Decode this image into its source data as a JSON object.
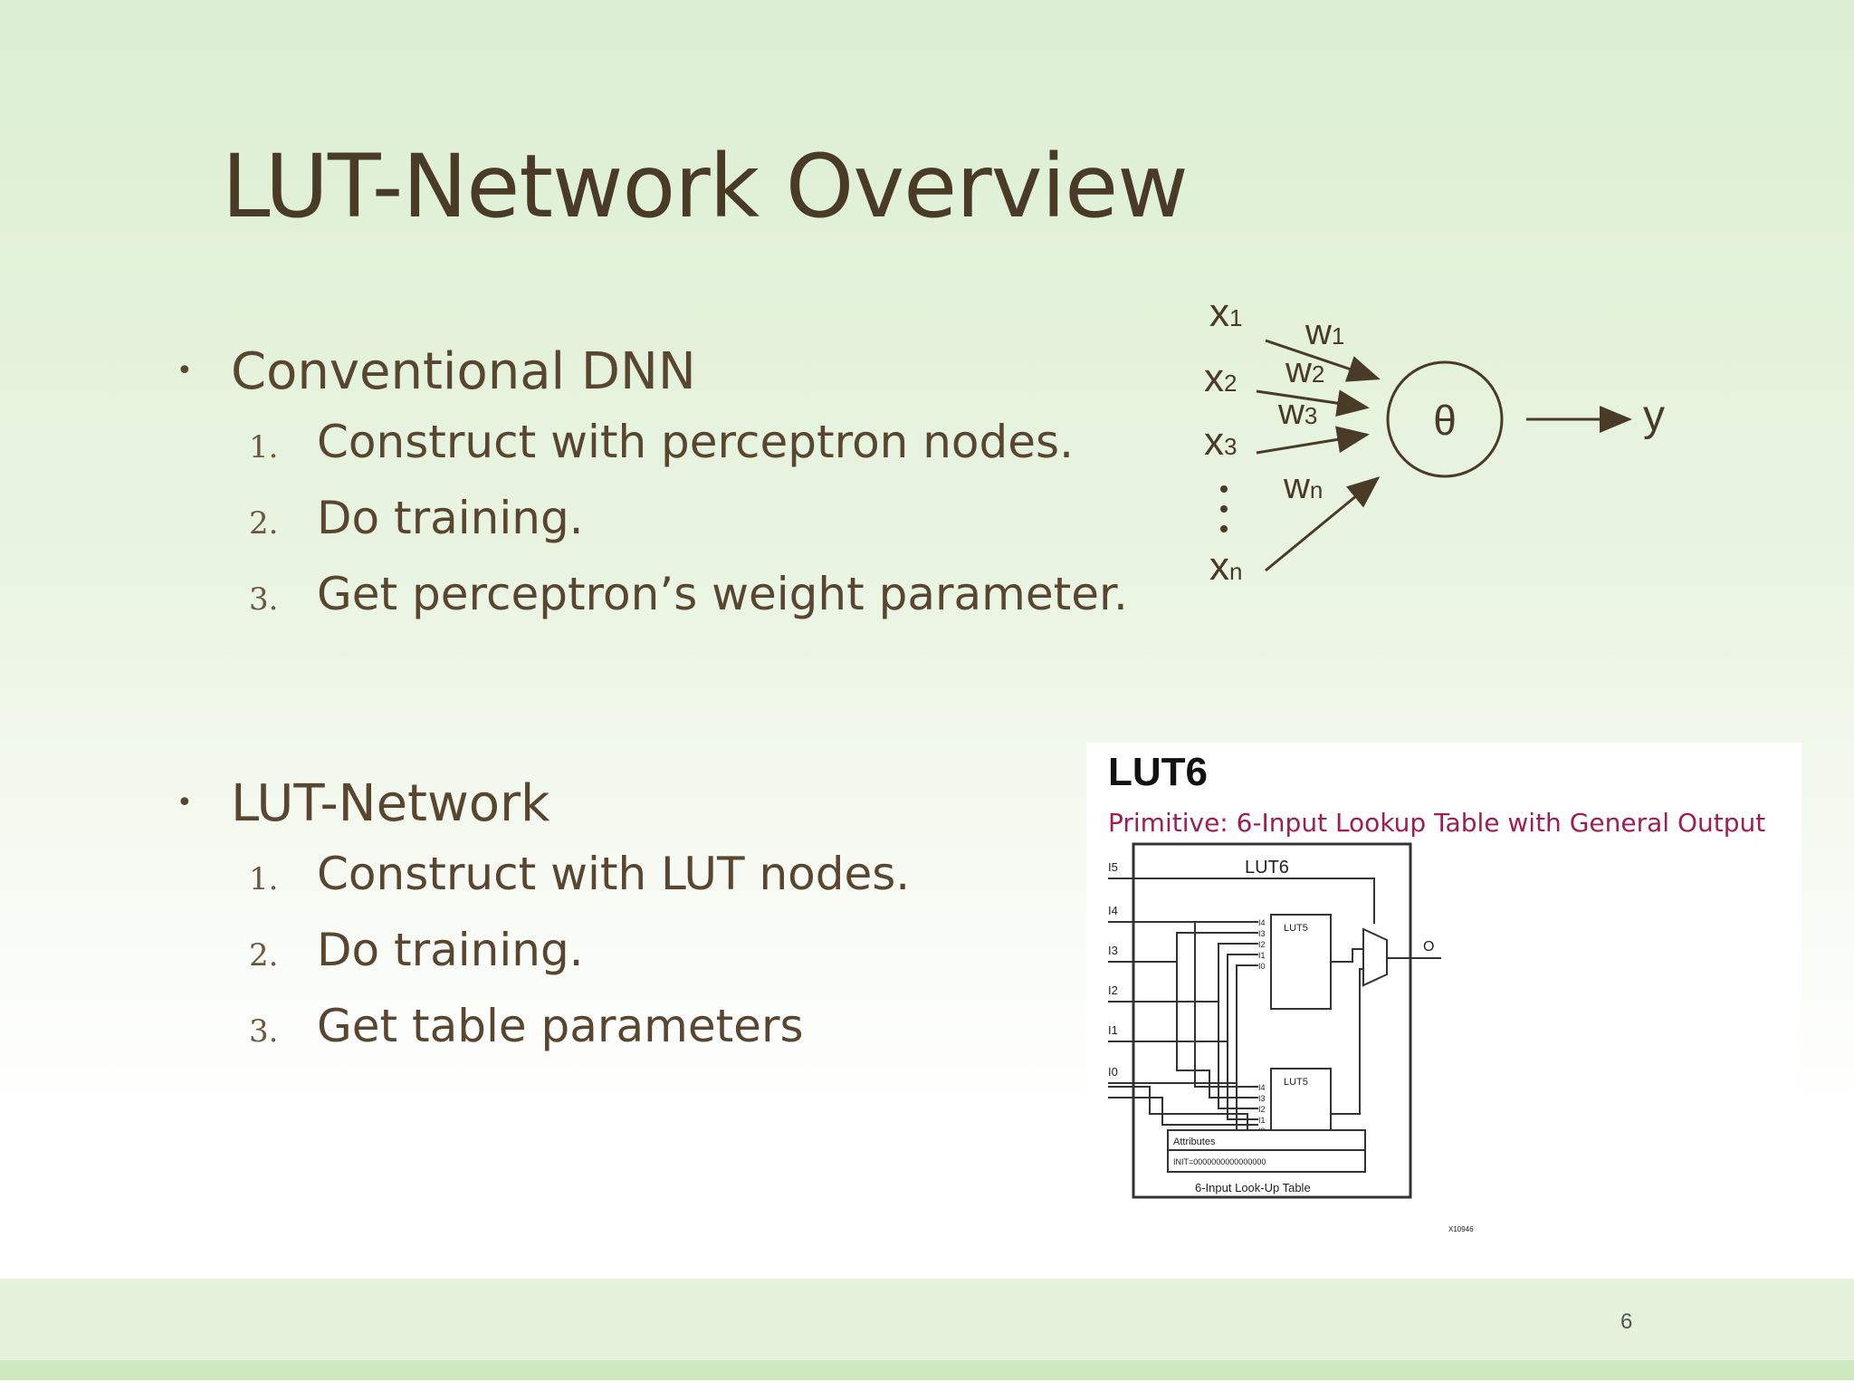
{
  "title": "LUT-Network Overview",
  "sections": [
    {
      "heading": "Conventional DNN",
      "steps": [
        {
          "num": "1.",
          "text": "Construct with perceptron nodes."
        },
        {
          "num": "2.",
          "text": "Do training."
        },
        {
          "num": "3.",
          "text": "Get perceptron’s weight parameter."
        }
      ]
    },
    {
      "heading": "LUT-Network",
      "steps": [
        {
          "num": "1.",
          "text": "Construct with LUT nodes."
        },
        {
          "num": "2.",
          "text": "Do training."
        },
        {
          "num": "3.",
          "text": "Get table parameters"
        }
      ]
    }
  ],
  "perceptron": {
    "inputs": [
      {
        "base": "x",
        "sub": "1"
      },
      {
        "base": "x",
        "sub": "2"
      },
      {
        "base": "x",
        "sub": "3"
      },
      {
        "base": "x",
        "sub": "n"
      }
    ],
    "weights": [
      {
        "base": "w",
        "sub": "1"
      },
      {
        "base": "w",
        "sub": "2"
      },
      {
        "base": "w",
        "sub": "3"
      },
      {
        "base": "w",
        "sub": "n"
      }
    ],
    "node_label": "θ",
    "output_label": "y"
  },
  "lut6": {
    "heading": "LUT6",
    "subtitle": "Primitive:  6-Input Lookup Table with General Output",
    "block_label": "LUT6",
    "inputs": [
      "I5",
      "I4",
      "I3",
      "I2",
      "I1",
      "I0"
    ],
    "sub_lut_label": "LUT5",
    "sub_lut_pins": [
      "I4",
      "I3",
      "I2",
      "I1",
      "I0"
    ],
    "output_label": "O",
    "attributes_label": "Attributes",
    "init_label": "INIT=0000000000000000",
    "caption": "6-Input Look-Up Table",
    "figure_id": "X10946"
  },
  "page_number": "6"
}
